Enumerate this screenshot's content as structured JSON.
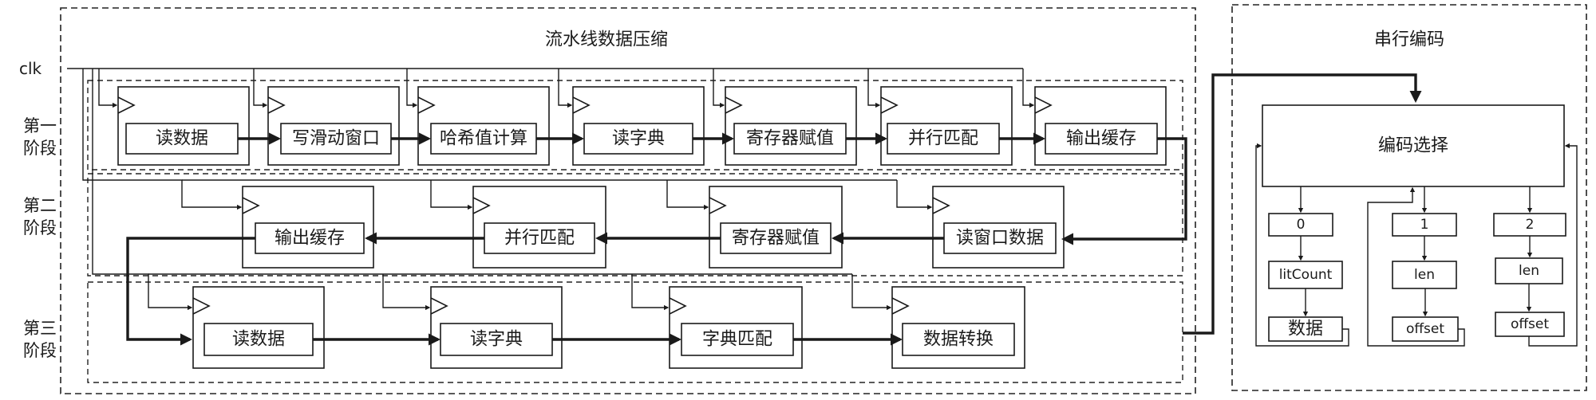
{
  "titles": {
    "pipeline": "流水线数据压缩",
    "serial": "串行编码"
  },
  "clk": "clk",
  "stages": {
    "s1": [
      "第一",
      "阶段"
    ],
    "s2": [
      "第二",
      "阶段"
    ],
    "s3": [
      "第三",
      "阶段"
    ]
  },
  "row1": [
    "读数据",
    "写滑动窗口",
    "哈希值计算",
    "读字典",
    "寄存器赋值",
    "并行匹配",
    "输出缓存"
  ],
  "row2": [
    "输出缓存",
    "并行匹配",
    "寄存器赋值",
    "读窗口数据"
  ],
  "row3": [
    "读数据",
    "读字典",
    "字典匹配",
    "数据转换"
  ],
  "encoder": {
    "select": "编码选择",
    "col0": [
      "0",
      "litCount",
      "数据"
    ],
    "col1": [
      "1",
      "len",
      "offset"
    ],
    "col2": [
      "2",
      "len",
      "offset"
    ]
  }
}
